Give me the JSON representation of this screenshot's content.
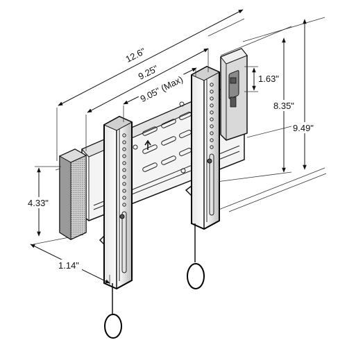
{
  "colors": {
    "line": "#111111",
    "shade": "#bdbdbd",
    "dark": "#555555",
    "background": "#ffffff"
  },
  "dimensions": {
    "overall_width": "12.6\"",
    "rail_width": "9.25\"",
    "max_width": "9.05\" (Max)",
    "slot_height": "1.63\"",
    "inner_height": "8.35\"",
    "overall_height": "9.49\"",
    "spacer_height": "4.33\"",
    "depth": "1.14\""
  },
  "icons": {
    "arrow": "up-arrow-icon"
  }
}
